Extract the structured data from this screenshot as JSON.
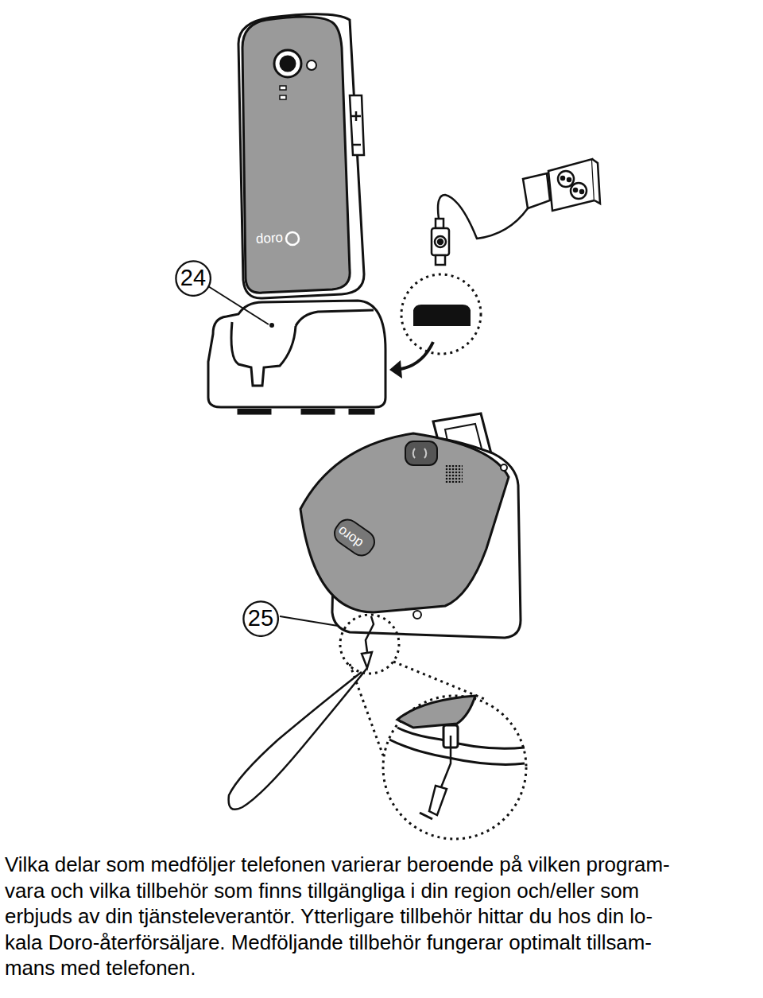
{
  "diagram": {
    "nodes": [
      {
        "text": [
          "24"
        ]
      },
      {
        "text": [
          "25"
        ]
      }
    ],
    "labels": [
      "doro",
      "doro",
      "Vilka delar som medföljer telefonen varierar beroende på vilken program-",
      "vara och vilka tillbehör som finns tillgängliga i din region och/eller som",
      "erbjuds av din tjänsteleverantör. Ytterligare tillbehör hittar du hos din lo-",
      "kala Doro-återförsäljare. Medföljande tillbehör fungerar optimalt tillsam-",
      "mans med telefonen."
    ]
  }
}
